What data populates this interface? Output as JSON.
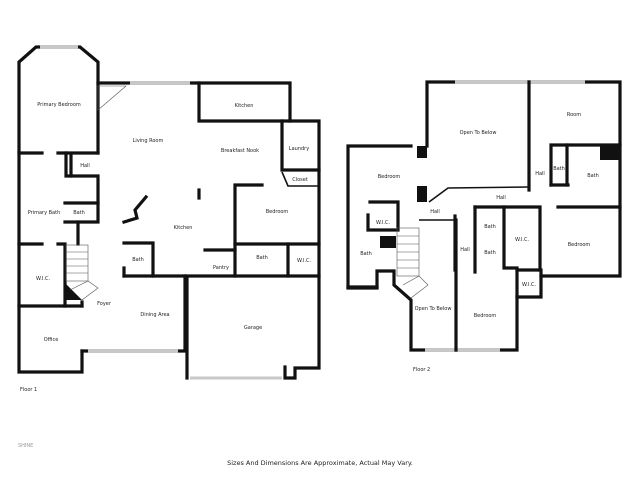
{
  "floor1": {
    "label": "Floor 1",
    "rooms": {
      "primary_bedroom": "Primary Bedroom",
      "living_room": "Living Room",
      "kitchen_top": "Kitchen",
      "breakfast_nook": "Breakfast Nook",
      "laundry": "Laundry",
      "closet": "Closet",
      "hall": "Hall",
      "primary_bath": "Primary Bath",
      "bath_small": "Bath",
      "kitchen": "Kitchen",
      "bedroom": "Bedroom",
      "bath_center": "Bath",
      "pantry": "Pantry",
      "bath_right": "Bath",
      "wic_right": "W.I.C.",
      "wic_left": "W.I.C.",
      "foyer": "Foyer",
      "dining_area": "Dining Area",
      "garage": "Garage",
      "office": "Office"
    }
  },
  "floor2": {
    "label": "Floor 2",
    "rooms": {
      "open_to_below_top": "Open To Below",
      "room": "Room",
      "bedroom_left": "Bedroom",
      "hall_right": "Hall",
      "bath_a": "Bath",
      "bath_b": "Bath",
      "hall_center": "Hall",
      "hall_left": "Hall",
      "wic_left": "W.I.C.",
      "bath_left": "Bath",
      "bath_c": "Bath",
      "bath_d": "Bath",
      "wic_center": "W.I.C.",
      "bedroom_right": "Bedroom",
      "hall_stair": "Hall",
      "wic_small": "W.I.C.",
      "open_to_below_bottom": "Open To Below",
      "bedroom_bottom": "Bedroom"
    }
  },
  "logo_text": "SHINE",
  "disclaimer": "Sizes And Dimensions Are Approximate, Actual May Vary."
}
